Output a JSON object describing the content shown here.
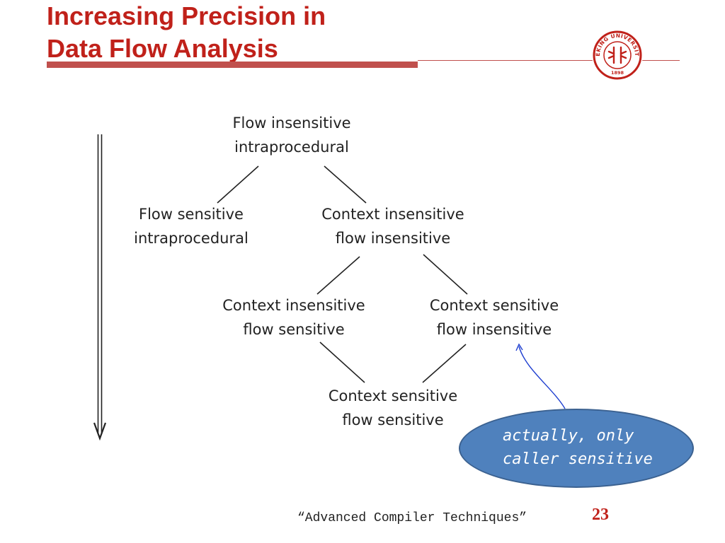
{
  "slide": {
    "title_line1": "Increasing Precision in",
    "title_line2": "Data Flow Analysis",
    "accent_color": "#c0211a",
    "bar_color": "#c0504d"
  },
  "logo": {
    "name": "peking-university-seal-icon",
    "text_top": "PEKING UNIVERSITY",
    "year": "1898",
    "center_glyph": "北大",
    "color": "#c0211a"
  },
  "diagram": {
    "nodes": {
      "top": {
        "line1": "Flow insensitive",
        "line2": "intraprocedural"
      },
      "fs_intra": {
        "line1": "Flow sensitive",
        "line2": "intraprocedural"
      },
      "ci_fi": {
        "line1": "Context insensitive",
        "line2": "flow insensitive"
      },
      "ci_fs": {
        "line1": "Context insensitive",
        "line2": "flow sensitive"
      },
      "cs_fi": {
        "line1": "Context sensitive",
        "line2": "flow insensitive"
      },
      "cs_fs": {
        "line1": "Context sensitive",
        "line2": "flow sensitive"
      }
    },
    "edges": [
      [
        "top",
        "fs_intra"
      ],
      [
        "top",
        "ci_fi"
      ],
      [
        "ci_fi",
        "ci_fs"
      ],
      [
        "ci_fi",
        "cs_fi"
      ],
      [
        "ci_fs",
        "cs_fs"
      ],
      [
        "cs_fi",
        "cs_fs"
      ]
    ],
    "line_color": "#222222"
  },
  "callout": {
    "line1": "actually, only",
    "line2": "caller sensitive",
    "fill_color": "#4f81bd",
    "pointer_color": "#1f3fd0"
  },
  "footer": {
    "text": "“Advanced Compiler Techniques”",
    "page_number": "23"
  }
}
